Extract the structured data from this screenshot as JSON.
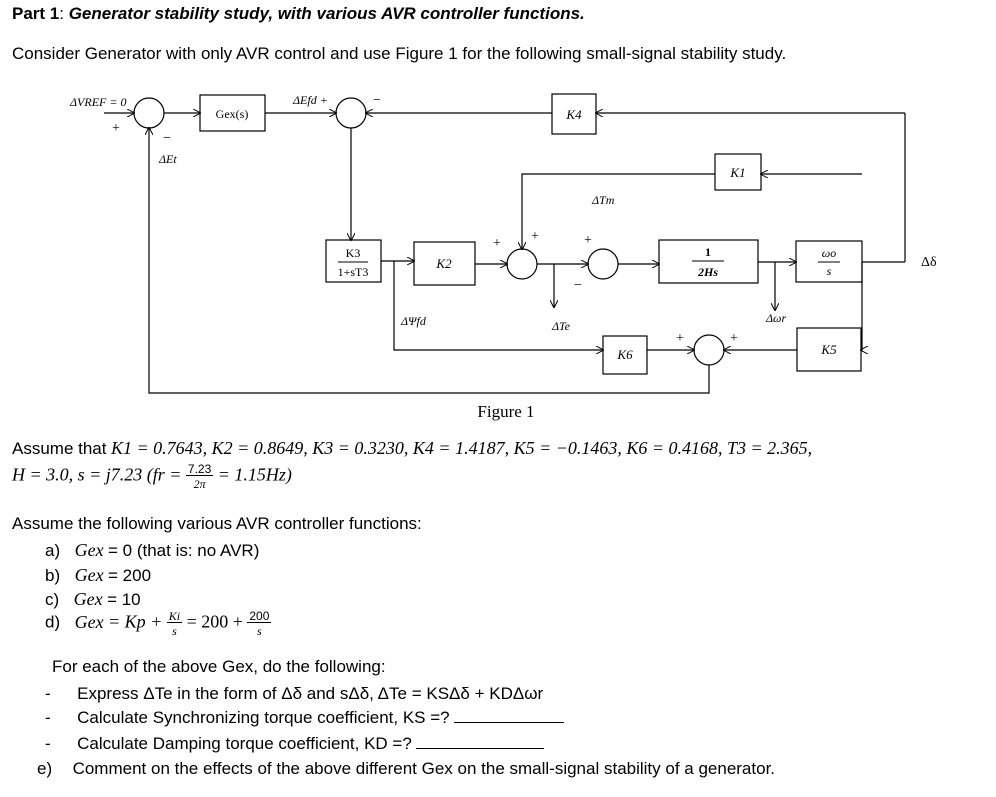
{
  "heading": {
    "part_label": "Part 1",
    "colon": ": ",
    "title": "Generator stability study, with various AVR controller functions."
  },
  "intro": "Consider Generator with only AVR control and use Figure 1 for the following small-signal stability study.",
  "diagram": {
    "blocks": {
      "gex": "Gex(s)",
      "k3_num": "K3",
      "k3_den": "1+sT3",
      "k2": "K2",
      "k4": "K4",
      "k1": "K1",
      "k5": "K5",
      "k6": "K6",
      "inertia_num": "1",
      "inertia_den": "2Hs",
      "omega_num": "ωo",
      "omega_den": "s"
    },
    "signals": {
      "dvref": "ΔVREF = 0",
      "det": "ΔEt",
      "defd": "ΔEfd +",
      "dpsi": "ΔΨfd",
      "dtm": "ΔTm",
      "dte": "ΔTe",
      "dwr": "Δωr",
      "ddelta": "Δδ"
    },
    "caption": "Figure 1"
  },
  "assume1_prefix": "Assume that",
  "constants_line1": "K1 = 0.7643, K2 = 0.8649, K3 = 0.3230, K4 = 1.4187, K5 = −0.1463, K6 = 0.4168, T3 = 2.365,",
  "constants_line2_a": "H = 3.0, s = j7.23 (fr =",
  "fr_num": "7.23",
  "fr_den": "2π",
  "constants_line2_b": "= 1.15Hz)",
  "assume2": "Assume the following various AVR controller functions:",
  "controllers": [
    {
      "label": "a)",
      "lhs": "Gex",
      "text": "= 0 (that is: no AVR)"
    },
    {
      "label": "b)",
      "lhs": "Gex",
      "text": "= 200"
    },
    {
      "label": "c)",
      "lhs": "Gex",
      "text": "= 10"
    },
    {
      "label": "d)",
      "lhs": "Gex",
      "text_a": "= Kp +",
      "frac1_num": "Ki",
      "frac1_den": "s",
      "text_b": "= 200 +",
      "frac2_num": "200",
      "frac2_den": "s"
    }
  ],
  "tasks_intro": "For each of the above Gex, do the following:",
  "tasks": [
    "Express ΔTe in the form of Δδ and sΔδ,  ΔTe = KSΔδ + KDΔωr",
    "Calculate Synchronizing torque coefficient, KS =?",
    "Calculate Damping torque coefficient, KD =?"
  ],
  "item_e_label": "e)",
  "item_e": "Comment on the effects of the above different Gex on the small-signal stability of a generator."
}
